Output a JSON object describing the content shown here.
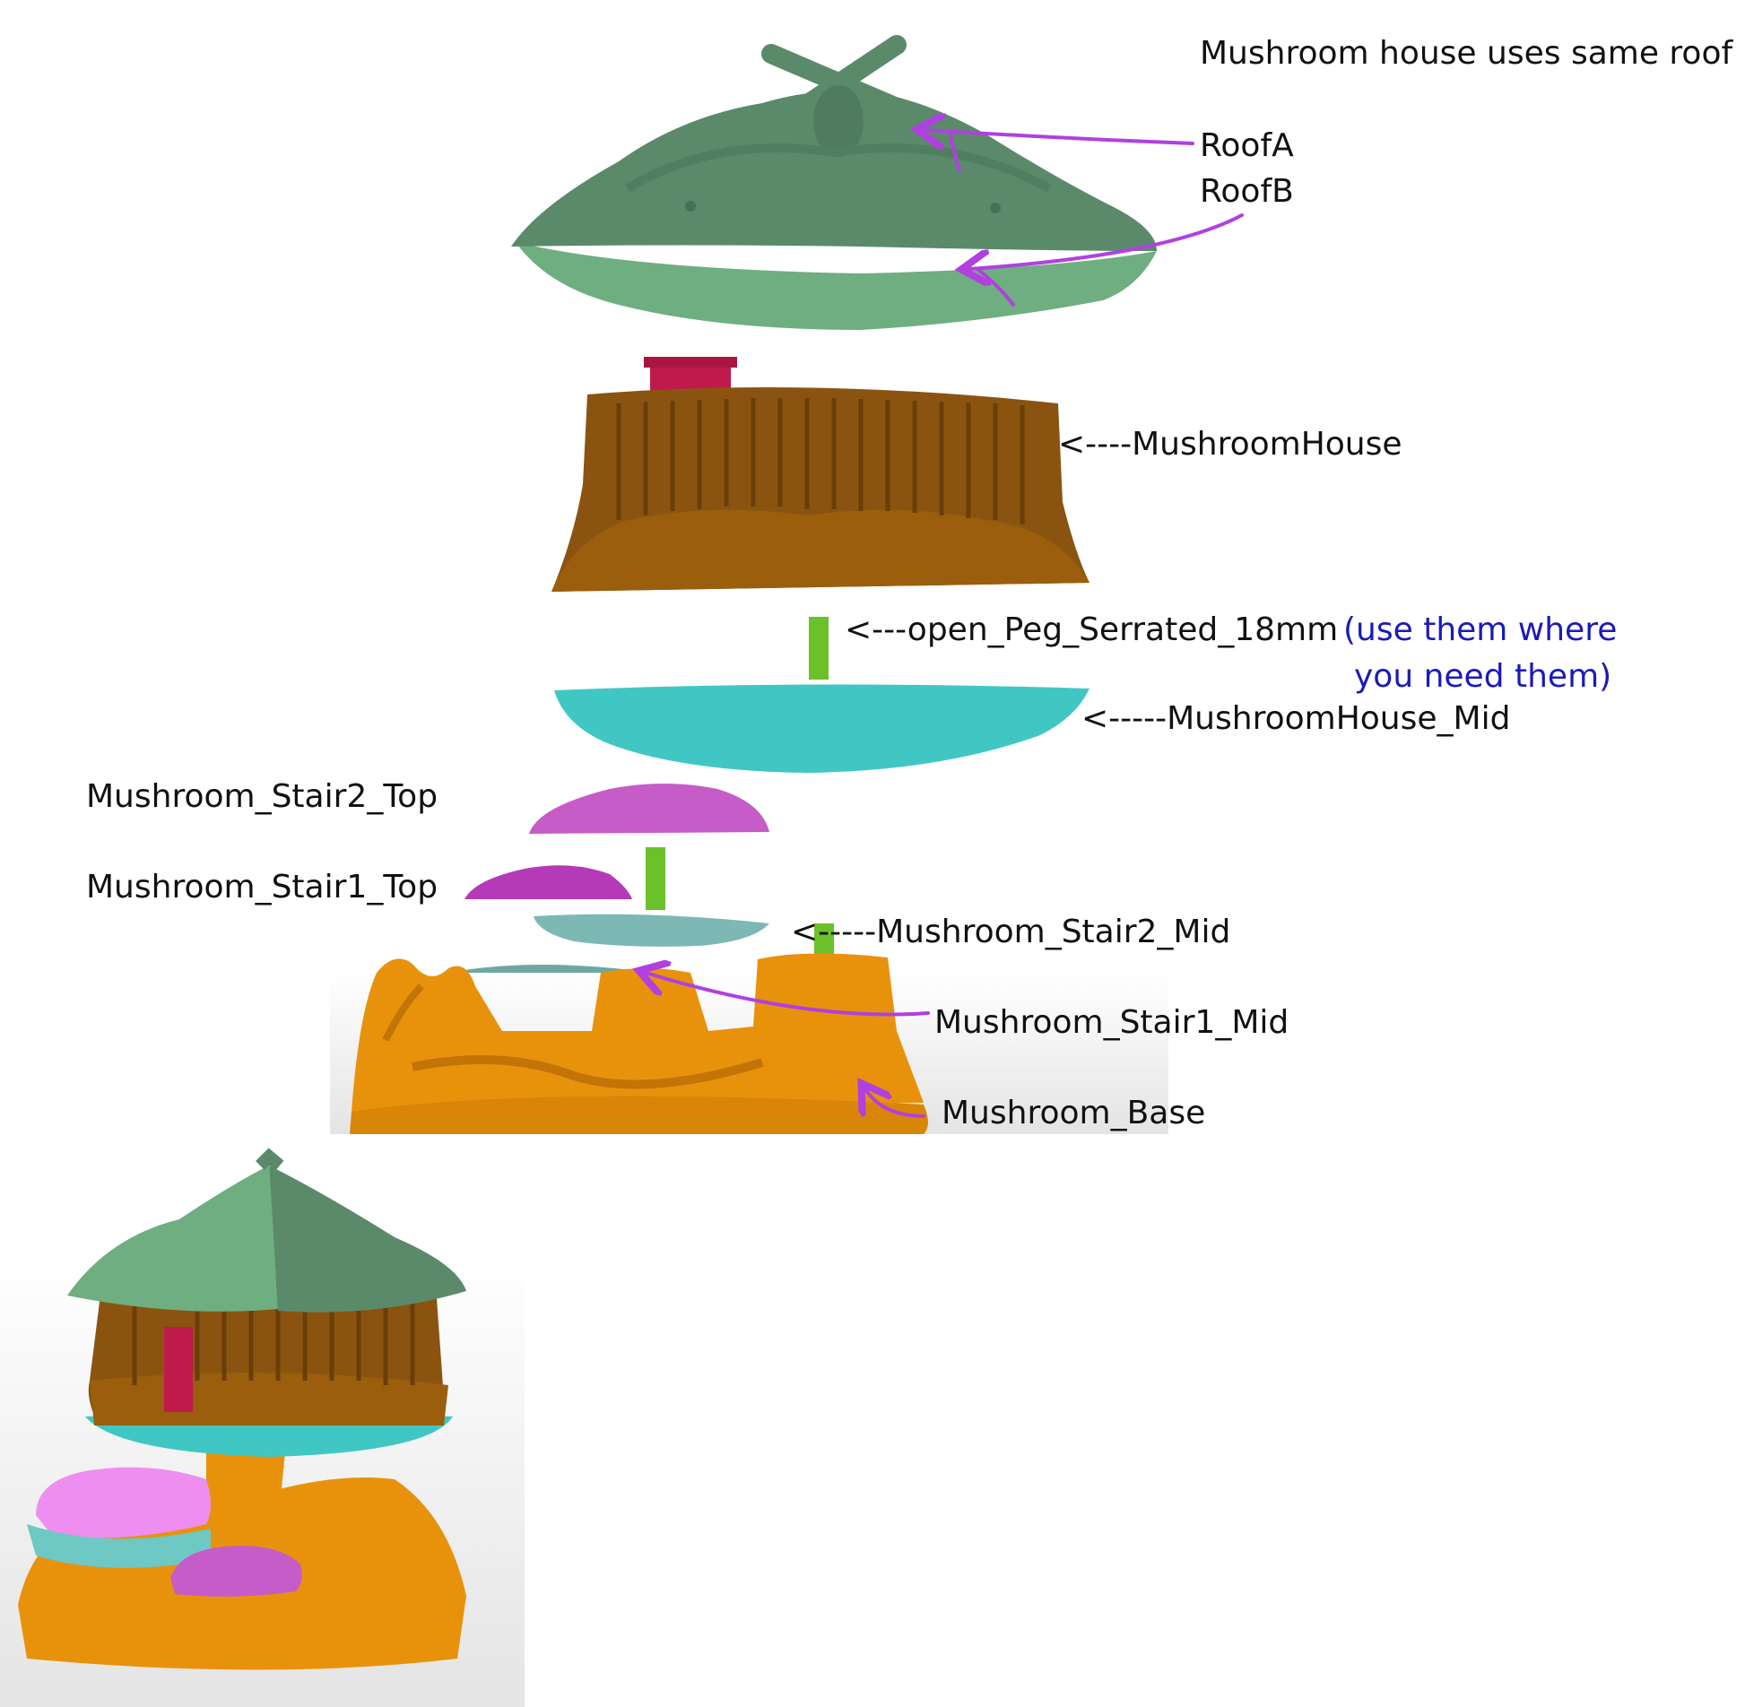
{
  "header_note": "Mushroom house uses same roof",
  "labels": {
    "roof_a": "RoofA",
    "roof_b": "RoofB",
    "mushroom_house": "<----MushroomHouse",
    "peg": "<---open_Peg_Serrated_18mm",
    "peg_note_line1": "(use them where",
    "peg_note_line2": "you need them)",
    "house_mid": "<-----MushroomHouse_Mid",
    "stair2_top": "Mushroom_Stair2_Top",
    "stair1_top": "Mushroom_Stair1_Top",
    "stair2_mid": "<-----Mushroom_Stair2_Mid",
    "stair1_mid": "Mushroom_Stair1_Mid",
    "base": "Mushroom_Base"
  },
  "colors": {
    "roof_dark": "#5b8a6a",
    "roof_light": "#6fae80",
    "house_brown": "#8a5410",
    "house_base": "#9a5e0c",
    "door": "#c01a4c",
    "peg": "#6cc02a",
    "mid_cyan": "#41c7c3",
    "stair_top": "#c65cc8",
    "stair_top_light": "#ee8ef0",
    "stair_mid": "#7db8b4",
    "base_orange": "#e8920c",
    "arrow_purple": "#b040e0",
    "note_blue": "#1c1ab8"
  }
}
